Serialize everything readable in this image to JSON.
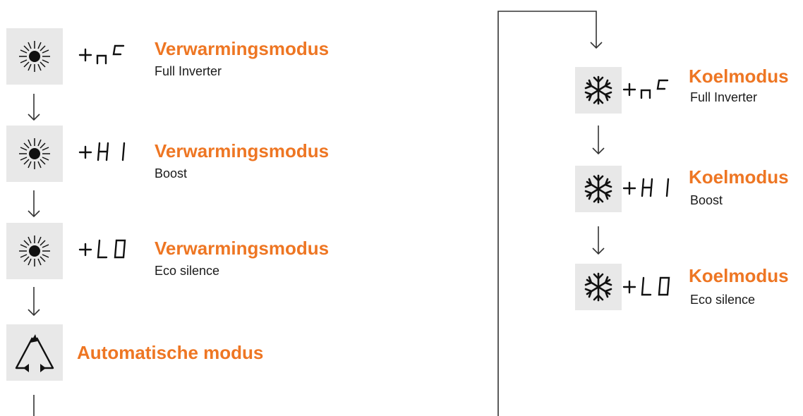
{
  "heating": {
    "rows": [
      {
        "code": "nE",
        "title": "Verwarmingsmodus",
        "subtitle": "Full Inverter"
      },
      {
        "code": "HI",
        "title": "Verwarmingsmodus",
        "subtitle": "Boost"
      },
      {
        "code": "LO",
        "title": "Verwarmingsmodus",
        "subtitle": "Eco silence"
      }
    ]
  },
  "auto": {
    "title": "Automatische modus"
  },
  "cooling": {
    "rows": [
      {
        "code": "nE",
        "title": "Koelmodus",
        "subtitle": "Full Inverter"
      },
      {
        "code": "HI",
        "title": "Koelmodus",
        "subtitle": "Boost"
      },
      {
        "code": "LO",
        "title": "Koelmodus",
        "subtitle": "Eco silence"
      }
    ]
  },
  "icons": {
    "heat": "sun-icon",
    "cool": "snowflake-icon",
    "auto": "auto-cycle-icon"
  },
  "colors": {
    "accent": "#ee7623",
    "tile": "#e8e8e8",
    "line": "#333333"
  }
}
